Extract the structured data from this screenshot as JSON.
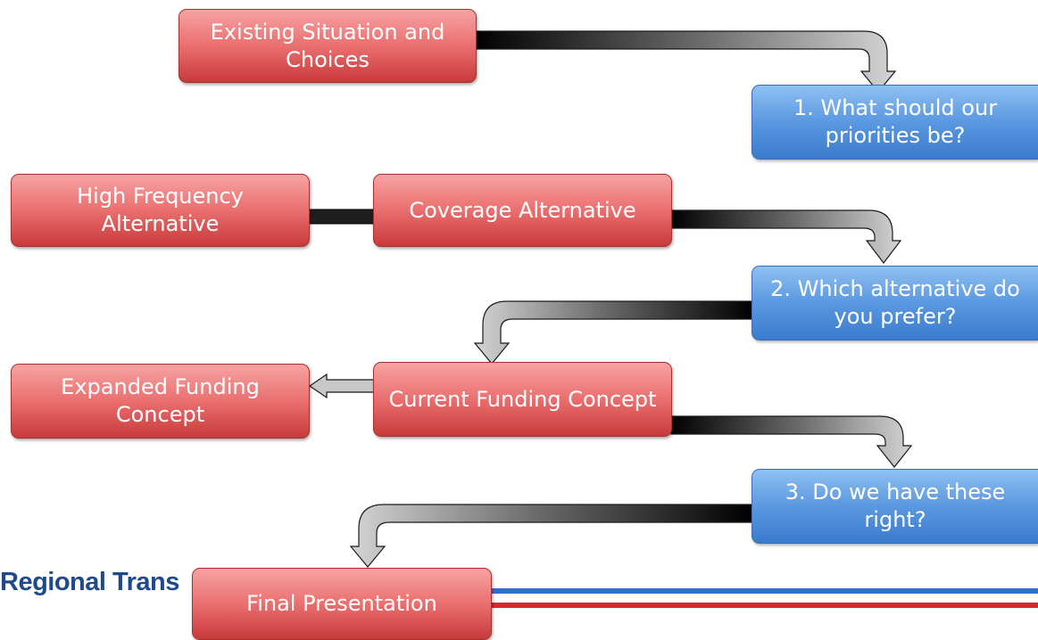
{
  "diagram": {
    "boxes": {
      "existing": "Existing Situation and Choices",
      "q1": "1. What should our priorities be?",
      "high_freq": "High Frequency Alternative",
      "coverage": "Coverage Alternative",
      "q2": "2. Which alternative do you prefer?",
      "expanded": "Expanded Funding Concept",
      "current": "Current Funding Concept",
      "q3": "3. Do we have these right?",
      "final": "Final Presentation"
    },
    "logo_text": "Regional Trans",
    "colors": {
      "red_box": "#e35d5d",
      "blue_box": "#5a98e0",
      "logo_text": "#1f4a8a",
      "stripe_blue": "#2e6fcf",
      "stripe_red": "#d8282f"
    }
  }
}
